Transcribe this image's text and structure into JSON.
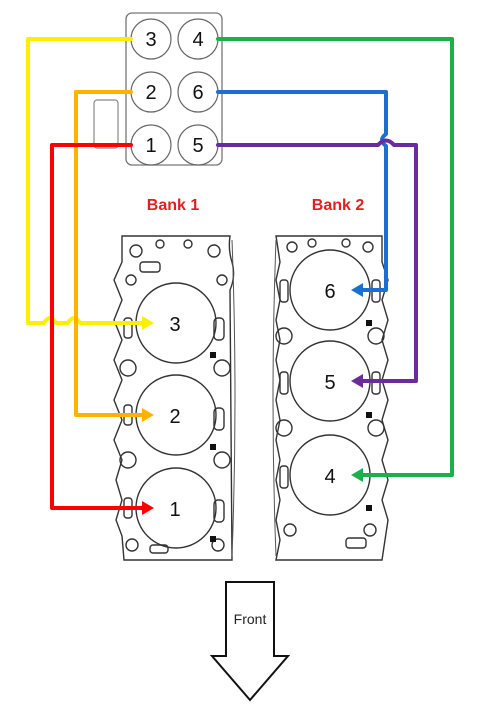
{
  "coil_pack": {
    "terminals": [
      "3",
      "4",
      "2",
      "6",
      "1",
      "5"
    ]
  },
  "bank_labels": {
    "bank1": "Bank 1",
    "bank2": "Bank 2",
    "color": "#e02020"
  },
  "cylinders": {
    "bank1": [
      "3",
      "2",
      "1"
    ],
    "bank2": [
      "6",
      "5",
      "4"
    ]
  },
  "wires": [
    {
      "cylinder": "3",
      "color": "#ffee00"
    },
    {
      "cylinder": "2",
      "color": "#ffb300"
    },
    {
      "cylinder": "1",
      "color": "#ff0000"
    },
    {
      "cylinder": "4",
      "color": "#1db04a"
    },
    {
      "cylinder": "6",
      "color": "#1a6fd1"
    },
    {
      "cylinder": "5",
      "color": "#6a2c9c"
    }
  ],
  "front_label": "Front"
}
